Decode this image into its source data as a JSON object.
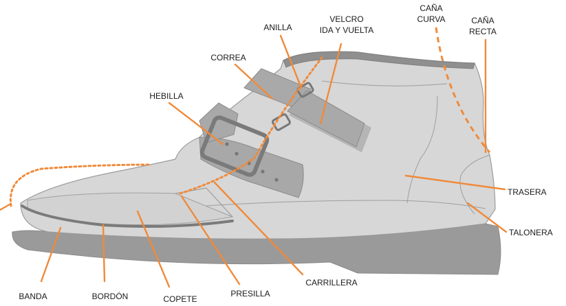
{
  "title": "",
  "colors": {
    "background": "#ffffff",
    "shoe_fill": "#d7d7d7",
    "shoe_line": "#8e8e8e",
    "sole": "#9a9a9a",
    "strap": "#a9a9a9",
    "buckle": "#7a7a7a",
    "leader": "#f08a3a",
    "text": "#1a1a1a"
  },
  "labels": {
    "velcro_line1": "VELCRO",
    "velcro_line2": "IDA Y VUELTA",
    "cana_curva_line1": "CAÑA",
    "cana_curva_line2": "CURVA",
    "cana_recta_line1": "CAÑA",
    "cana_recta_line2": "RECTA",
    "anilla": "ANILLA",
    "correa": "CORREA",
    "hebilla": "HEBILLA",
    "trasera": "TRASERA",
    "talonera": "TALONERA",
    "banda": "BANDA",
    "bordon": "BORDÓN",
    "copete": "COPETE",
    "presilla": "PRESILLA",
    "carrillera": "CARRILLERA"
  }
}
